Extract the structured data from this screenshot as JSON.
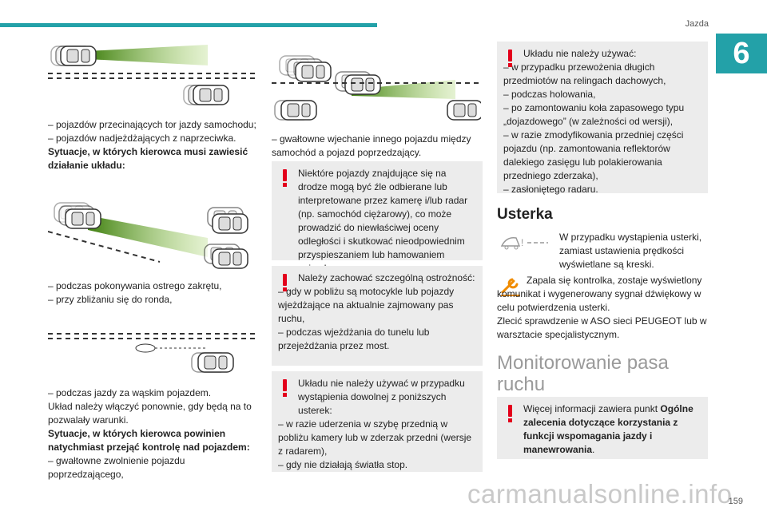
{
  "header": {
    "section": "Jazda",
    "chapter": "6",
    "page": "159"
  },
  "watermark": "carmanualsonline.info",
  "col1": {
    "text1": [
      "– pojazdów przecinających tor jazdy samochodu;",
      "– pojazdów nadjeżdżających z naprzeciwka."
    ],
    "bold1": "Sytuacje, w których kierowca musi zawiesić działanie układu:",
    "text2": [
      "– podczas pokonywania ostrego zakrętu,",
      "– przy zbliżaniu się do ronda,"
    ],
    "text3a": "– podczas jazdy za wąskim pojazdem.",
    "text3b": "Układ należy włączyć ponownie, gdy będą na to pozwalały warunki.",
    "bold2": "Sytuacje, w których kierowca powinien natychmiast przejąć kontrolę nad pojazdem:",
    "text4": [
      "– gwałtowne zwolnienie pojazdu poprzedzającego,"
    ]
  },
  "col2": {
    "text1": "– gwałtowne wjechanie innego pojazdu między samochód a pojazd poprzedzający.",
    "warn1": {
      "lead": "Niektóre pojazdy znajdujące się na drodze mogą być źle odbierane lub interpretowane przez kamerę i/lub radar (np. samochód ciężarowy), co może prowadzić do niewłaściwej oceny odległości i skutkować nieodpowiednim przyspieszaniem lub hamowaniem pojazdu."
    },
    "warn2": {
      "lead": "Należy zachować szczególną ostrożność:",
      "items": [
        "– gdy w pobliżu są motocykle lub pojazdy wjeżdżające na aktualnie zajmowany pas ruchu,",
        "– podczas wjeżdżania do tunelu lub przejeżdżania przez most."
      ]
    },
    "warn3": {
      "lead": "Układu nie należy używać w przypadku wystąpienia dowolnej z poniższych usterek:",
      "items": [
        "– w razie uderzenia w szybę przednią w pobliżu kamery lub w zderzak przedni (wersje z radarem),",
        "– gdy nie działają światła stop."
      ]
    }
  },
  "col3": {
    "warn4": {
      "lead": "Układu nie należy używać:",
      "items": [
        "– w przypadku przewożenia długich przedmiotów na relingach dachowych,",
        "– podczas holowania,",
        "– po zamontowaniu koła zapasowego typu „dojazdowego” (w zależności od wersji),",
        "– w razie zmodyfikowania przedniej części pojazdu (np. zamontowania reflektorów dalekiego zasięgu lub polakierowania przedniego zderzaka),",
        "– zasłoniętego radaru."
      ]
    },
    "h_fault": "Usterka",
    "fault1": "W przypadku wystąpienia usterki, zamiast ustawienia prędkości wyświetlane są kreski.",
    "fault2": "Zapala się kontrolka, zostaje wyświetlony komunikat i wygenerowany sygnał dźwiękowy w celu potwierdzenia usterki.",
    "fault3": "Zlecić sprawdzenie w ASO sieci PEUGEOT lub w warsztacie specjalistycznym.",
    "h_lane": "Monitorowanie pasa ruchu",
    "warn5": {
      "pre": "Więcej informacji zawiera punkt ",
      "bold": "Ogólne zalecenia dotyczące korzystania z funkcji wspomagania jazdy i manewrowania",
      "post": "."
    }
  },
  "colors": {
    "accent": "#23a1a8",
    "warning": "#e3001b",
    "panel": "#ececec",
    "beam": "#5a9e1e"
  },
  "icons": [
    "car-illustration",
    "warning-exclamation-icon",
    "speed-display-icon",
    "wrench-warning-icon"
  ]
}
